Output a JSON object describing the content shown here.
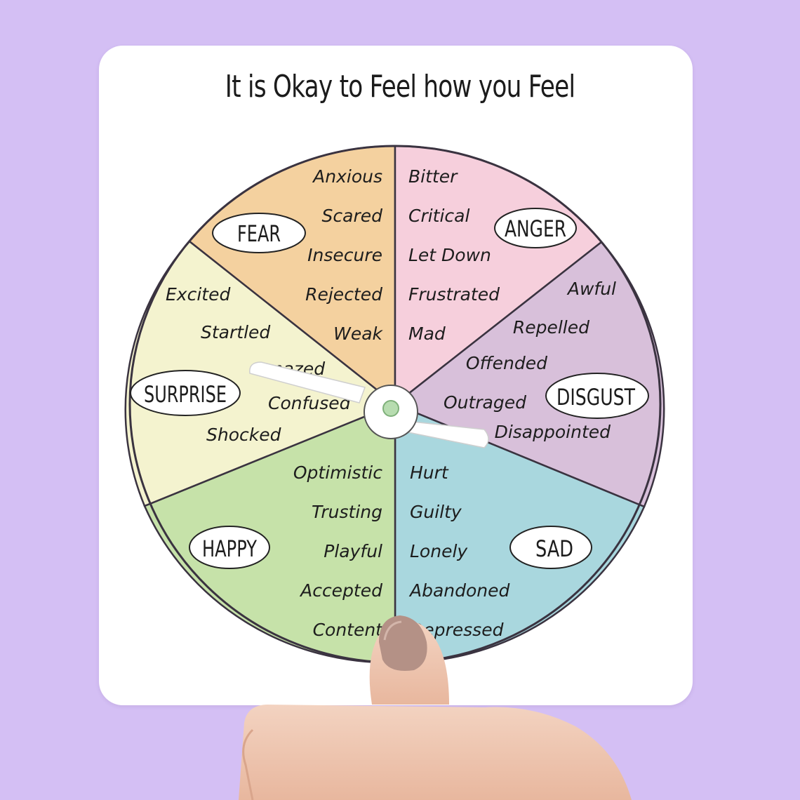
{
  "title": "It is Okay to Feel how you Feel",
  "wheel": {
    "segments": [
      {
        "category": "FEAR",
        "color": "#f4d19f",
        "words": [
          "Anxious",
          "Scared",
          "Insecure",
          "Rejected",
          "Weak"
        ]
      },
      {
        "category": "ANGER",
        "color": "#f6cfdc",
        "words": [
          "Bitter",
          "Critical",
          "Let Down",
          "Frustrated",
          "Mad"
        ]
      },
      {
        "category": "DISGUST",
        "color": "#d8c0da",
        "words": [
          "Awful",
          "Repelled",
          "Offended",
          "Outraged",
          "Disappointed"
        ]
      },
      {
        "category": "SAD",
        "color": "#a9d7de",
        "words": [
          "Hurt",
          "Guilty",
          "Lonely",
          "Abandoned",
          "Depressed"
        ]
      },
      {
        "category": "HAPPY",
        "color": "#c6e2a9",
        "words": [
          "Optimistic",
          "Trusting",
          "Playful",
          "Accepted",
          "Content"
        ]
      },
      {
        "category": "SURPRISE",
        "color": "#f4f3cf",
        "words": [
          "Excited",
          "Startled",
          "Amazed",
          "Confused",
          "Shocked"
        ]
      }
    ]
  },
  "colors": {
    "background": "#d4bff4",
    "card": "#ffffff",
    "outline": "#3a3340",
    "pointer": "#ffffff",
    "pivot": "#b7dcb0"
  }
}
